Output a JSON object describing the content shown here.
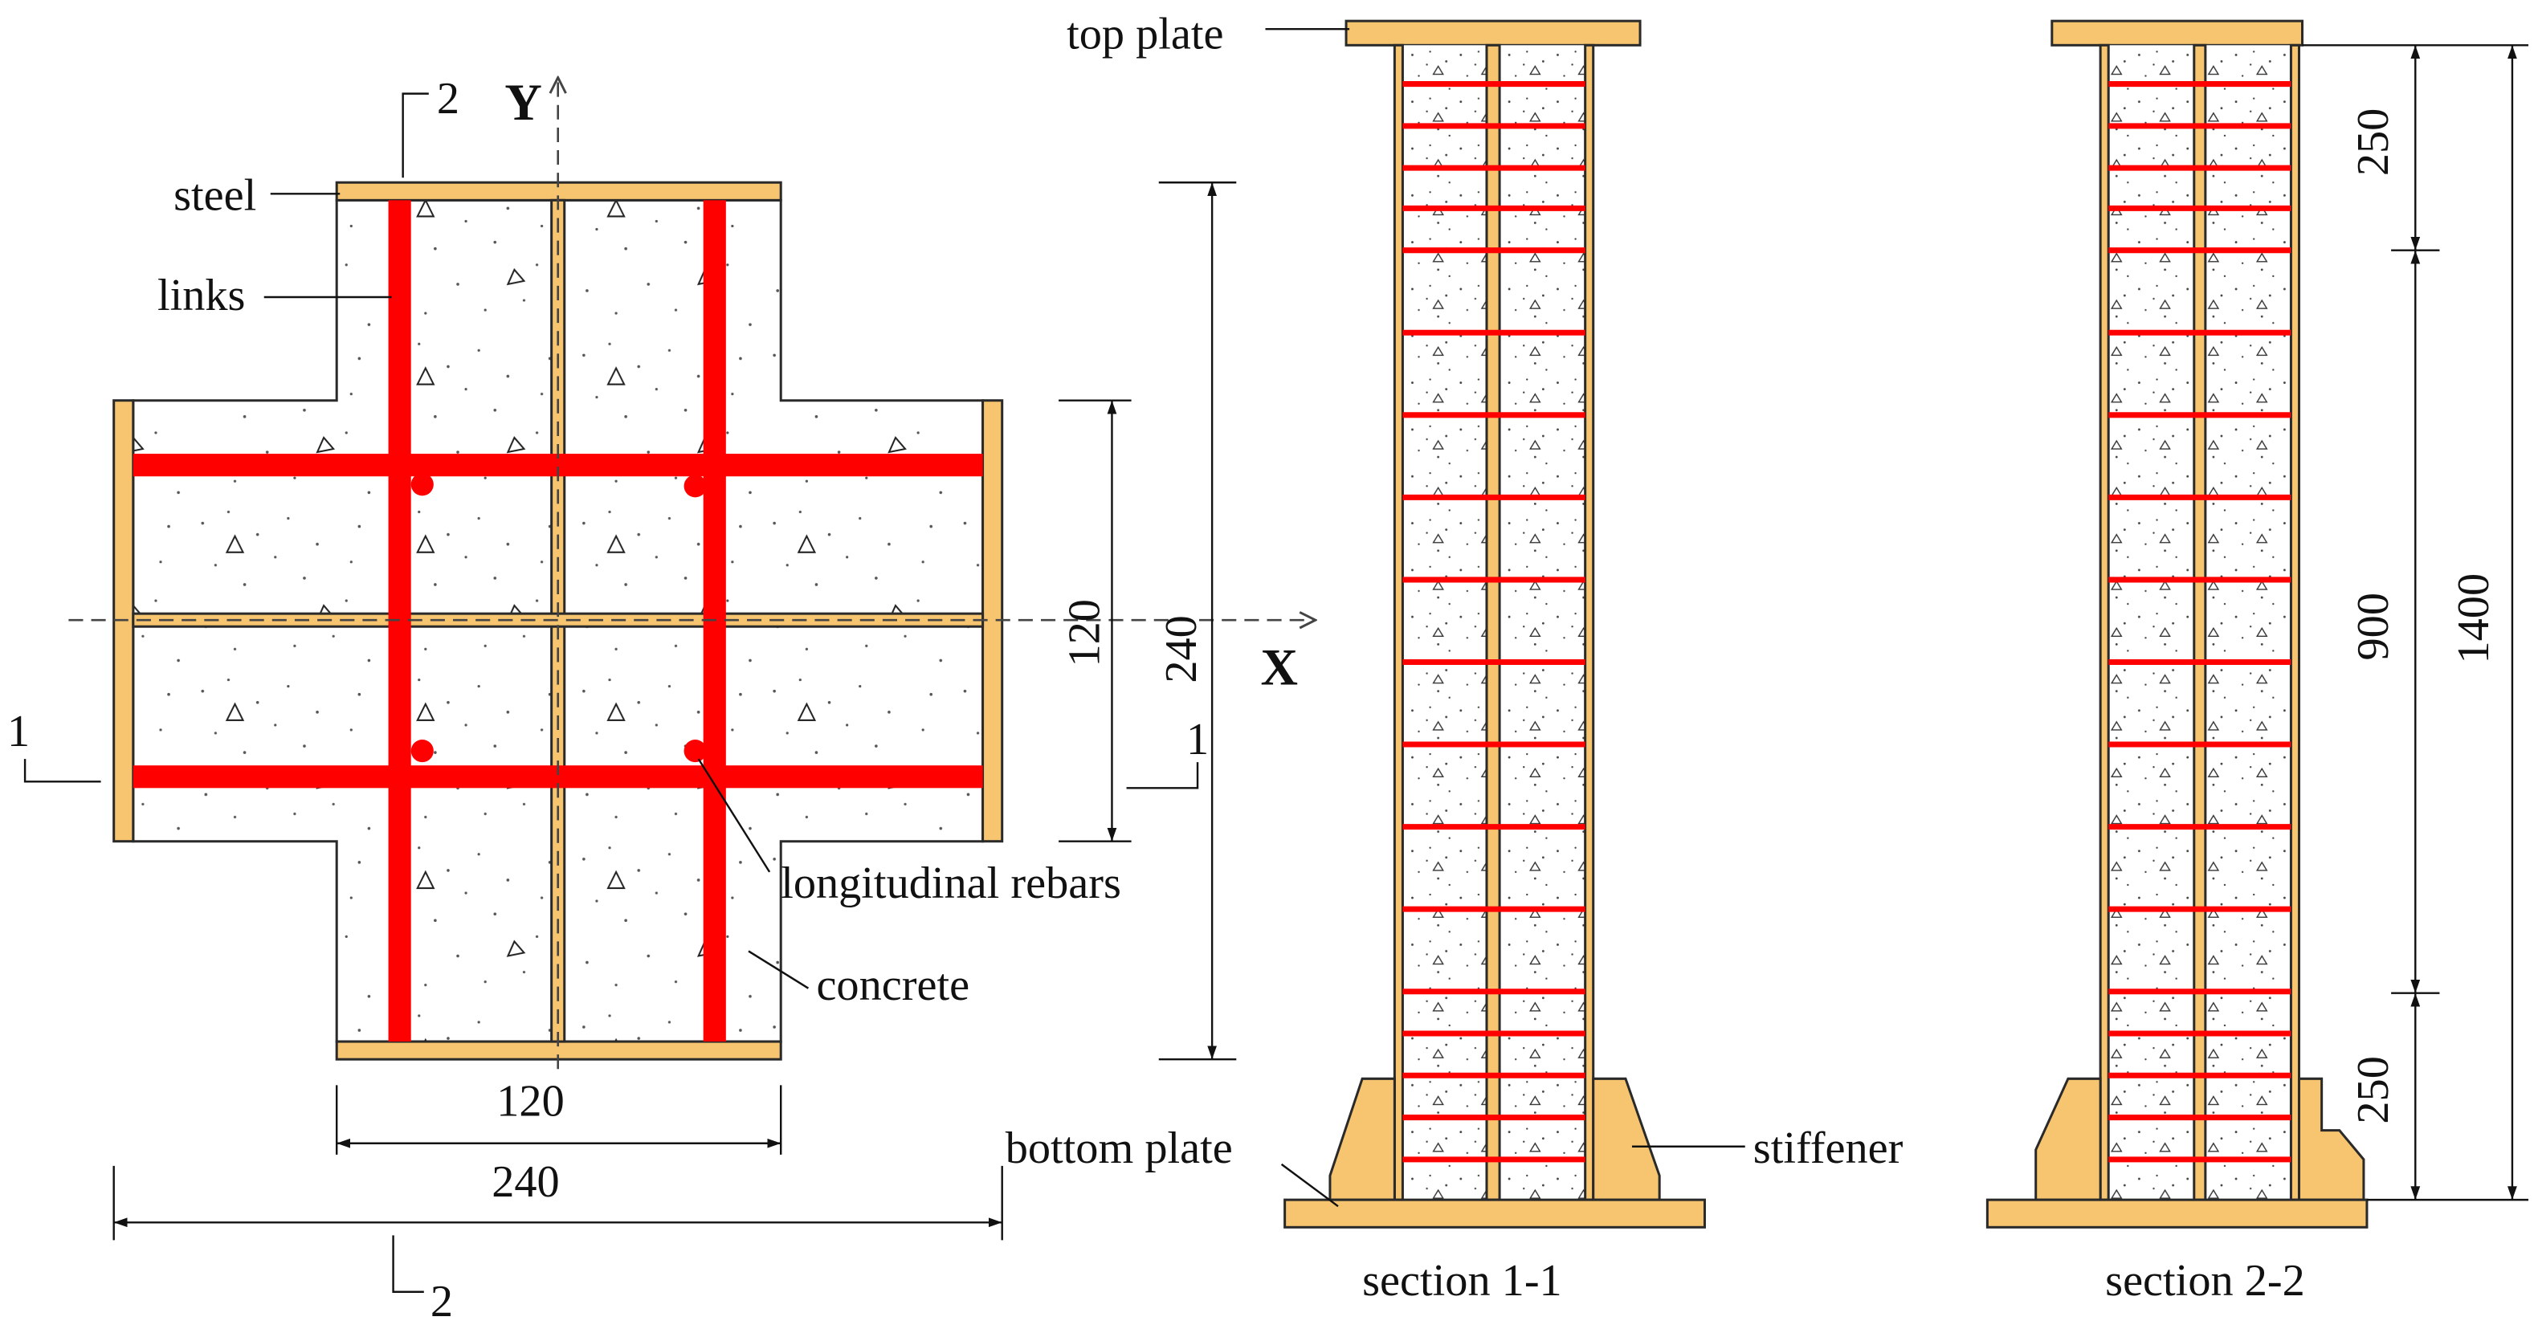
{
  "cross_section": {
    "section_mark_top": "2",
    "section_mark_bottom": "2",
    "section_mark_left": "1",
    "section_mark_right": "1",
    "axis_y": "Y",
    "axis_x": "X",
    "labels": {
      "steel": "steel",
      "links": "links",
      "longitudinal_rebars": "longitudinal rebars",
      "concrete": "concrete"
    },
    "dims": {
      "vertical_inner": "120",
      "vertical_outer": "240",
      "horizontal_inner": "120",
      "horizontal_outer": "240"
    }
  },
  "section_1_1": {
    "title": "section 1-1",
    "top_plate": "top plate",
    "bottom_plate": "bottom plate",
    "stiffener": "stiffener"
  },
  "section_2_2": {
    "title": "section 2-2",
    "dims": {
      "top_zone": "250",
      "middle_zone": "900",
      "bottom_zone": "250",
      "total": "1400"
    }
  },
  "colors": {
    "steel": "#F7C56F",
    "rebar": "#FF0000",
    "outline": "#2A2A2A"
  }
}
